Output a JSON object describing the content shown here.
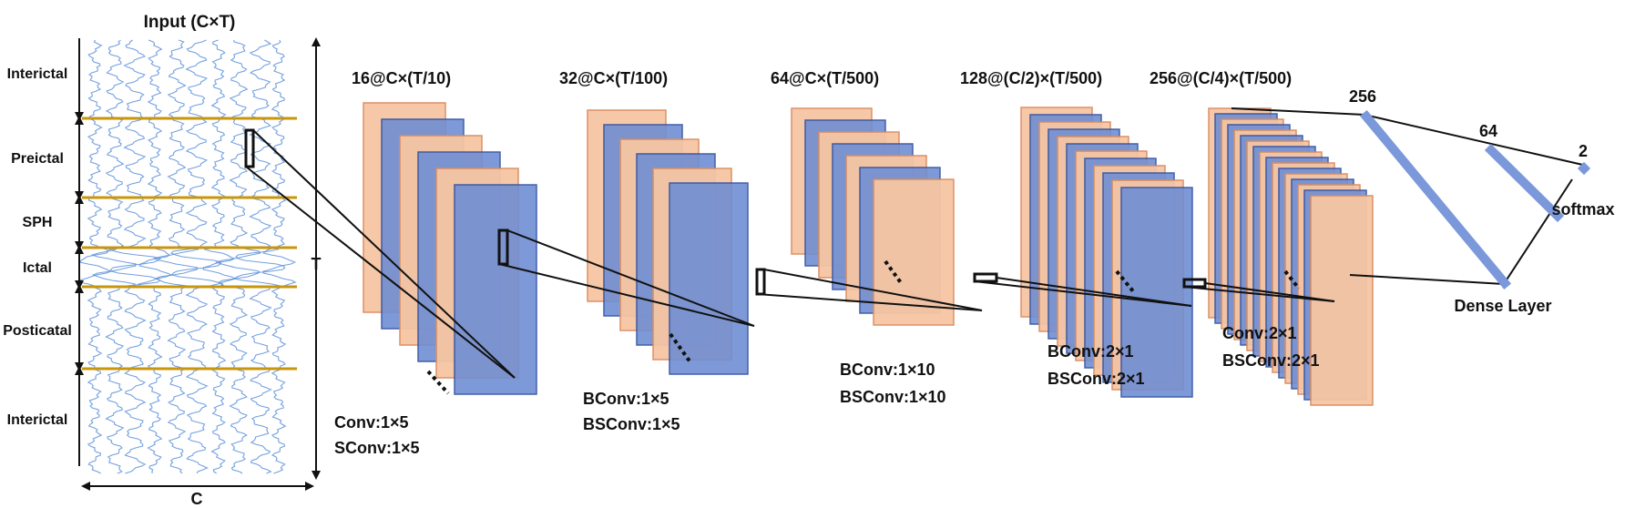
{
  "input": {
    "title": "Input (C×T)",
    "segments": [
      "Interictal",
      "Preictal",
      "SPH",
      "Ictal",
      "Posticatal",
      "Interictal"
    ],
    "axis_t": "T",
    "axis_c": "C"
  },
  "stages": [
    {
      "label": "16@C×(T/10)",
      "ops": [
        "Conv:1×5",
        "SConv:1×5"
      ]
    },
    {
      "label": "32@C×(T/100)",
      "ops": [
        "BConv:1×5",
        "BSConv:1×5"
      ]
    },
    {
      "label": "64@C×(T/500)",
      "ops": [
        "BConv:1×10",
        "BSConv:1×10"
      ]
    },
    {
      "label": "128@(C/2)×(T/500)",
      "ops": [
        "BConv:2×1",
        "BSConv:2×1"
      ]
    },
    {
      "label": "256@(C/4)×(T/500)",
      "ops": [
        "Conv:2×1",
        "BSConv:2×1"
      ]
    }
  ],
  "dense": {
    "sizes": [
      "256",
      "64",
      "2"
    ],
    "activation": "softmax",
    "label": "Dense Layer"
  },
  "colors": {
    "orange_fill": "#f7c6a3",
    "orange_stroke": "#d98c5f",
    "blue_fill": "#6f8ed3",
    "blue_stroke": "#2f4fa0",
    "signal": "#5b8fd9",
    "gold": "#c8960c",
    "dense_bar": "#7b98da"
  }
}
